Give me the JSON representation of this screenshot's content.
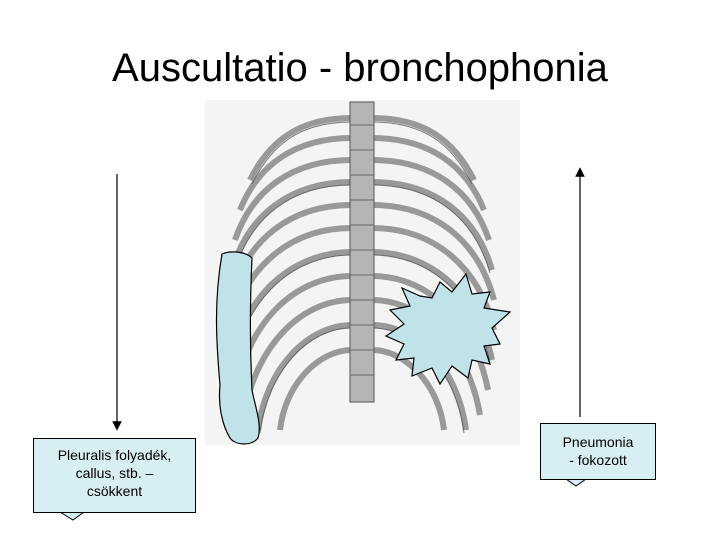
{
  "slide": {
    "title": "Auscultatio - bronchophonia"
  },
  "left_callout": {
    "lines": [
      "Pleuralis folyadék,",
      "callus, stb. –",
      "csökkent"
    ]
  },
  "right_callout": {
    "lines": [
      "Pneumonia",
      "- fokozott"
    ]
  },
  "colors": {
    "callout_fill": "#d7eef2",
    "shape_fill": "#bfe3e8",
    "rib_gray": "#8a8a8a"
  },
  "icons": {
    "ribcage": "thorax-ribcage-illustration",
    "effusion": "pleural-effusion-shape",
    "consolidation": "pneumonia-starburst-shape",
    "left_arrow": "arrow-down-icon",
    "right_arrow": "arrow-up-icon"
  }
}
